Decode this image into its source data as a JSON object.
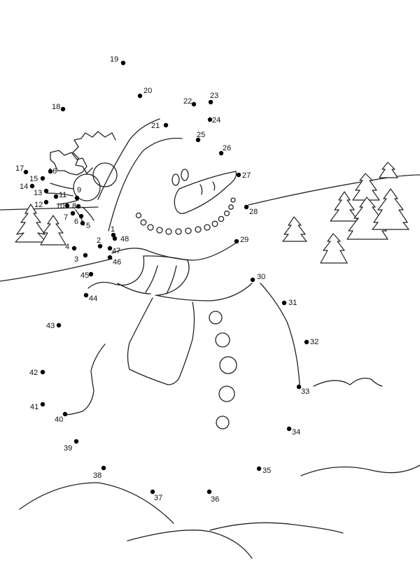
{
  "puzzle": {
    "points": [
      {
        "n": "1"
      },
      {
        "n": "2"
      },
      {
        "n": "3"
      },
      {
        "n": "4"
      },
      {
        "n": "5"
      },
      {
        "n": "6"
      },
      {
        "n": "7"
      },
      {
        "n": "8"
      },
      {
        "n": "9"
      },
      {
        "n": "10"
      },
      {
        "n": "11"
      },
      {
        "n": "12"
      },
      {
        "n": "13"
      },
      {
        "n": "14"
      },
      {
        "n": "15"
      },
      {
        "n": "16"
      },
      {
        "n": "17"
      },
      {
        "n": "18"
      },
      {
        "n": "19"
      },
      {
        "n": "20"
      },
      {
        "n": "21"
      },
      {
        "n": "22"
      },
      {
        "n": "23"
      },
      {
        "n": "24"
      },
      {
        "n": "25"
      },
      {
        "n": "26"
      },
      {
        "n": "27"
      },
      {
        "n": "28"
      },
      {
        "n": "29"
      },
      {
        "n": "30"
      },
      {
        "n": "31"
      },
      {
        "n": "32"
      },
      {
        "n": "33"
      },
      {
        "n": "34"
      },
      {
        "n": "35"
      },
      {
        "n": "36"
      },
      {
        "n": "37"
      },
      {
        "n": "38"
      },
      {
        "n": "39"
      },
      {
        "n": "40"
      },
      {
        "n": "41"
      },
      {
        "n": "42"
      },
      {
        "n": "43"
      },
      {
        "n": "44"
      },
      {
        "n": "45"
      },
      {
        "n": "46"
      },
      {
        "n": "47"
      },
      {
        "n": "48"
      }
    ]
  }
}
